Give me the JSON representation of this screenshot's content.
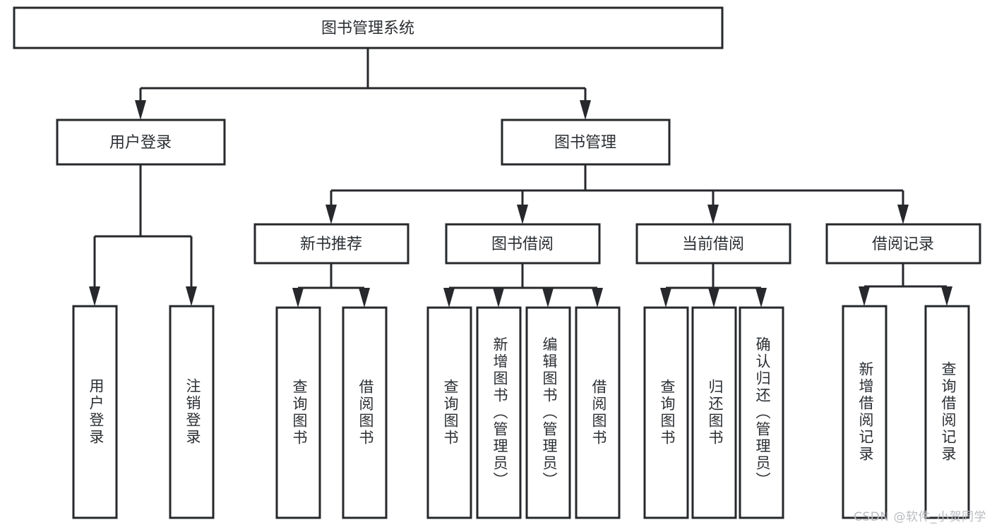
{
  "diagram": {
    "type": "tree",
    "title": "图书管理系统",
    "watermark": "CSDN @软件_小贺同学",
    "root": {
      "label": "图书管理系统"
    },
    "level2": [
      {
        "label": "用户登录"
      },
      {
        "label": "图书管理"
      }
    ],
    "level3": [
      {
        "label": "新书推荐"
      },
      {
        "label": "图书借阅"
      },
      {
        "label": "当前借阅"
      },
      {
        "label": "借阅记录"
      }
    ],
    "leaves": {
      "user_login": [
        {
          "label": "用户登录"
        },
        {
          "label": "注销登录"
        }
      ],
      "new_book_recommend": [
        {
          "label": "查询图书"
        },
        {
          "label": "借阅图书"
        }
      ],
      "book_borrow": [
        {
          "label": "查询图书"
        },
        {
          "label": "新增图书（管理员）"
        },
        {
          "label": "编辑图书（管理员）"
        },
        {
          "label": "借阅图书"
        }
      ],
      "current_borrow": [
        {
          "label": "查询图书"
        },
        {
          "label": "归还图书"
        },
        {
          "label": "确认归还（管理员）"
        }
      ],
      "borrow_record": [
        {
          "label": "新增借阅记录"
        },
        {
          "label": "查询借阅记录"
        }
      ]
    },
    "colors": {
      "stroke": "#26282b",
      "fill": "#ffffff",
      "text": "#2b2f33",
      "watermark": "#b9bcc0"
    }
  }
}
